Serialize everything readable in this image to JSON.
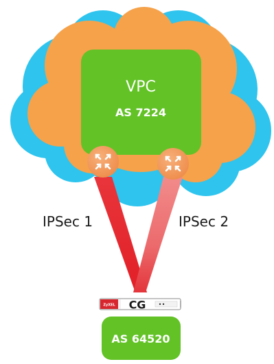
{
  "cloud": {
    "vpc_label": "VPC",
    "vpc_as_label": "AS 7224"
  },
  "tunnels": {
    "tunnel1_label": "IPSec 1",
    "tunnel2_label": "IPSec 2"
  },
  "gateway": {
    "device_label": "CG",
    "brand_label": "ZyXEL"
  },
  "onprem": {
    "as_label": "AS 64520"
  },
  "colors": {
    "cloud_outer": "#2ec4ee",
    "cloud_inner": "#f5a24b",
    "vpc_box": "#62c226",
    "onprem_box": "#62c226",
    "router": "#f29a5a",
    "tunnel_red": "#e8343a",
    "tunnel_pink": "#f08080",
    "gateway_red": "#d7262d"
  }
}
